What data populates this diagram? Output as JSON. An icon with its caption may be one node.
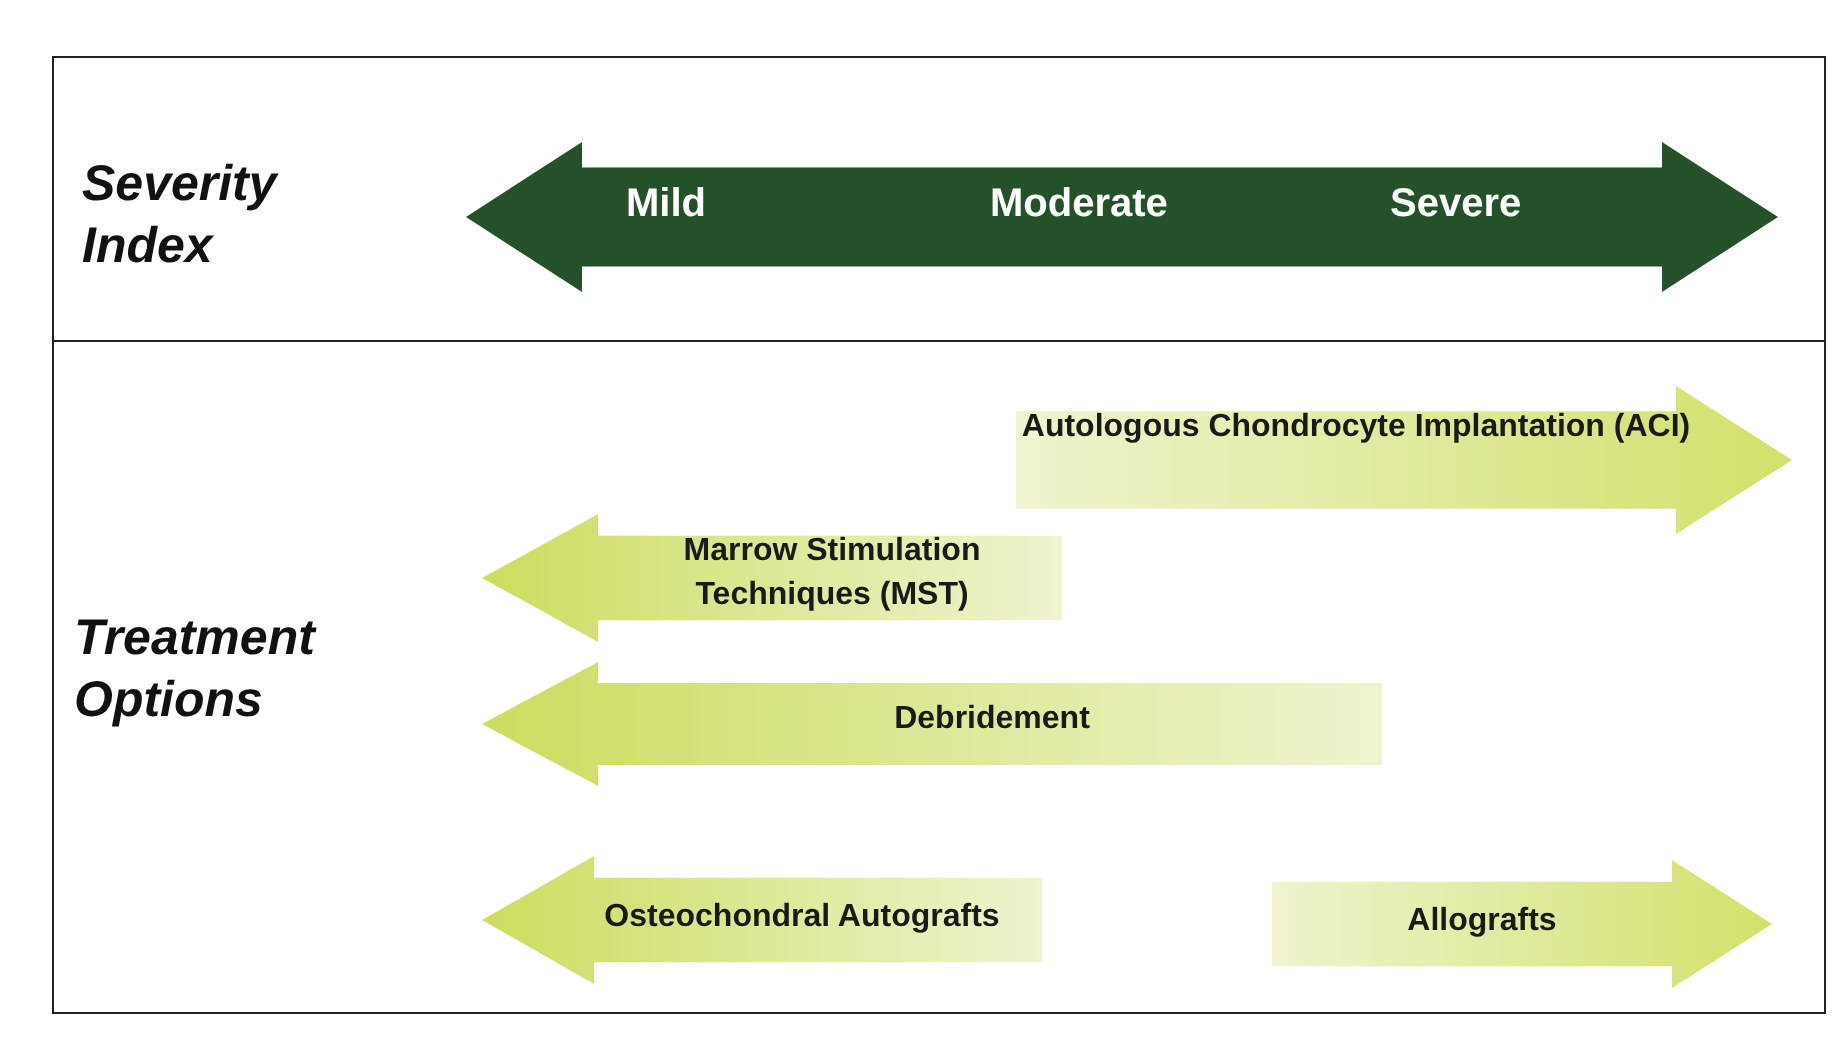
{
  "diagram": {
    "nodes": [
      {
        "text": [
          "Severity Index"
        ]
      },
      {
        "text": [
          "Mild",
          "Moderate",
          "Severe"
        ],
        "in": 0
      },
      {
        "text": [
          "Treatment Options"
        ]
      },
      {
        "text": [
          "Autologous Chondrocyte Implantation (ACI)"
        ],
        "in": 2
      },
      {
        "text": [
          "Marrow Stimulation Techniques (MST)"
        ],
        "in": 2
      },
      {
        "text": [
          "Debridement"
        ],
        "in": 2
      },
      {
        "text": [
          "Osteochondral Autografts"
        ],
        "in": 2
      },
      {
        "text": [
          "Allografts"
        ],
        "in": 2
      }
    ]
  }
}
